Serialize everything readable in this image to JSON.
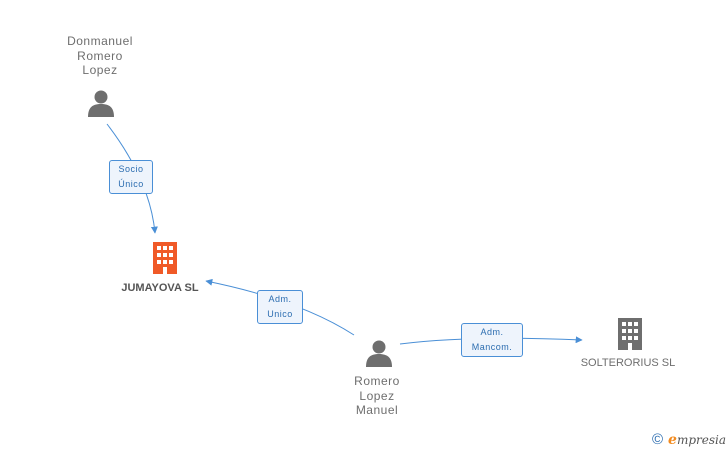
{
  "nodes": {
    "person_donmanuel": {
      "lines": [
        "Donmanuel",
        "Romero",
        "Lopez"
      ]
    },
    "person_romero": {
      "lines": [
        "Romero",
        "Lopez",
        "Manuel"
      ]
    },
    "company_jumayova": {
      "label": "JUMAYOVA SL"
    },
    "company_solterorius": {
      "label": "SOLTERORIUS SL"
    }
  },
  "edges": {
    "socio_unico": {
      "lines": [
        "Socio",
        "Único"
      ]
    },
    "adm_unico": {
      "lines": [
        "Adm.",
        "Unico"
      ]
    },
    "adm_mancom": {
      "lines": [
        "Adm.",
        "Mancom."
      ]
    }
  },
  "footer": {
    "copyright": "©",
    "brand_initial": "e",
    "brand_rest": "mpresia"
  },
  "colors": {
    "edge": "#4a8fd6",
    "person_icon": "#6e6e6e",
    "company_main": "#f05a28",
    "company_other": "#6e6e6e"
  }
}
